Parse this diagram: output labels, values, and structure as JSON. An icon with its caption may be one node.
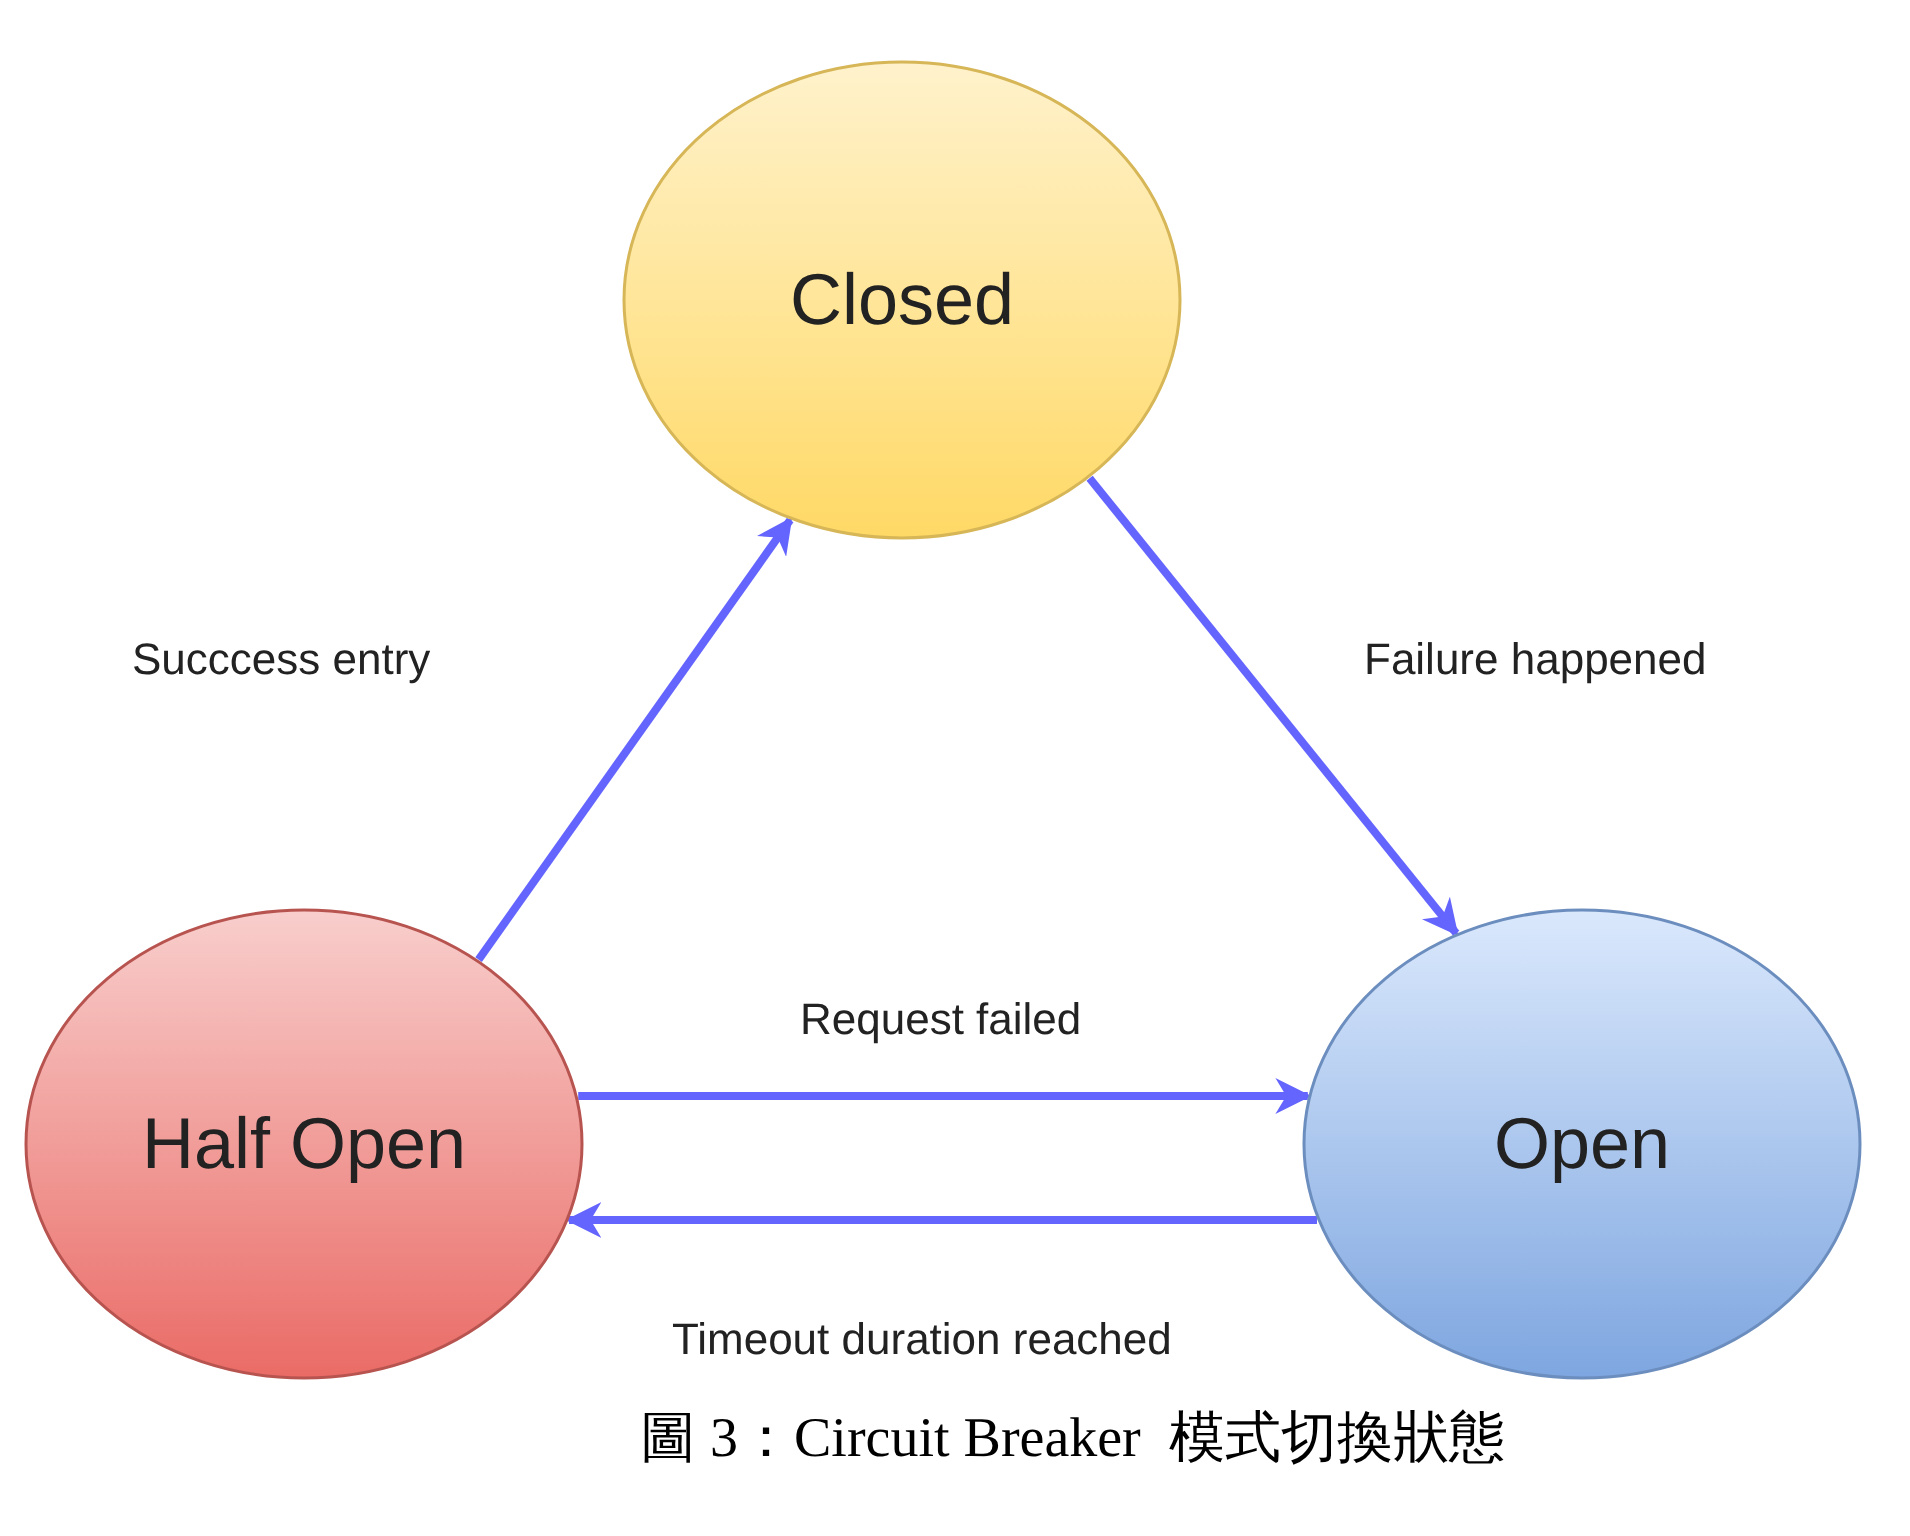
{
  "diagram": {
    "caption": "圖 3：Circuit Breaker  模式切換狀態",
    "nodes": [
      {
        "text": [
          "Closed"
        ]
      },
      {
        "text": [
          "Half Open"
        ]
      },
      {
        "text": [
          "Open"
        ]
      }
    ],
    "edges": [
      {
        "from": 1,
        "to": 0,
        "arrow": "to",
        "label": "Succcess entry"
      },
      {
        "from": 0,
        "to": 2,
        "arrow": "to",
        "label": "Failure happened"
      },
      {
        "from": 1,
        "to": 2,
        "arrow": "to",
        "label": "Request failed"
      },
      {
        "from": 2,
        "to": 1,
        "arrow": "to",
        "label": "Timeout duration reached"
      }
    ]
  }
}
